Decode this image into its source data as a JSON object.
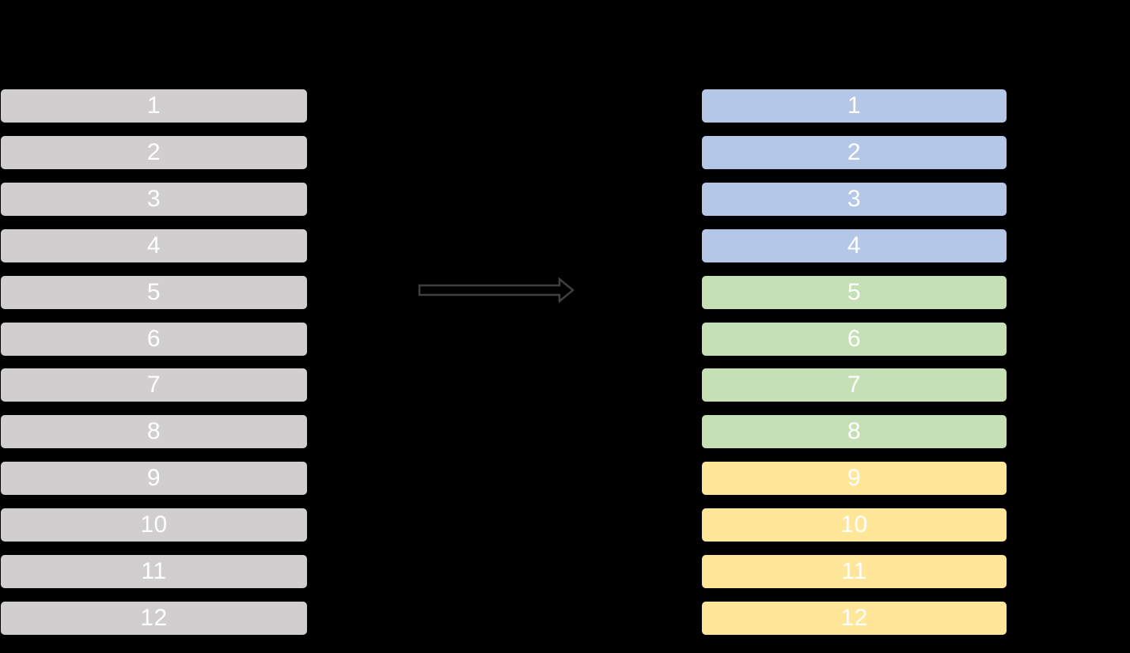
{
  "diagram": {
    "background_color": "#000000",
    "bar_text_color": "#ffffff",
    "left_column": {
      "description": "ungrouped-list",
      "bar_color": "#d0cece",
      "items": [
        "1",
        "2",
        "3",
        "4",
        "5",
        "6",
        "7",
        "8",
        "9",
        "10",
        "11",
        "12"
      ]
    },
    "arrow": {
      "direction": "right",
      "outline_color": "#404040"
    },
    "right_column": {
      "description": "grouped-list",
      "groups": [
        {
          "name": "group-blue",
          "color": "#b4c7e7",
          "items": [
            "1",
            "2",
            "3",
            "4"
          ]
        },
        {
          "name": "group-green",
          "color": "#c5e0b4",
          "items": [
            "5",
            "6",
            "7",
            "8"
          ]
        },
        {
          "name": "group-yellow",
          "color": "#ffe699",
          "items": [
            "9",
            "10",
            "11",
            "12"
          ]
        }
      ]
    }
  }
}
